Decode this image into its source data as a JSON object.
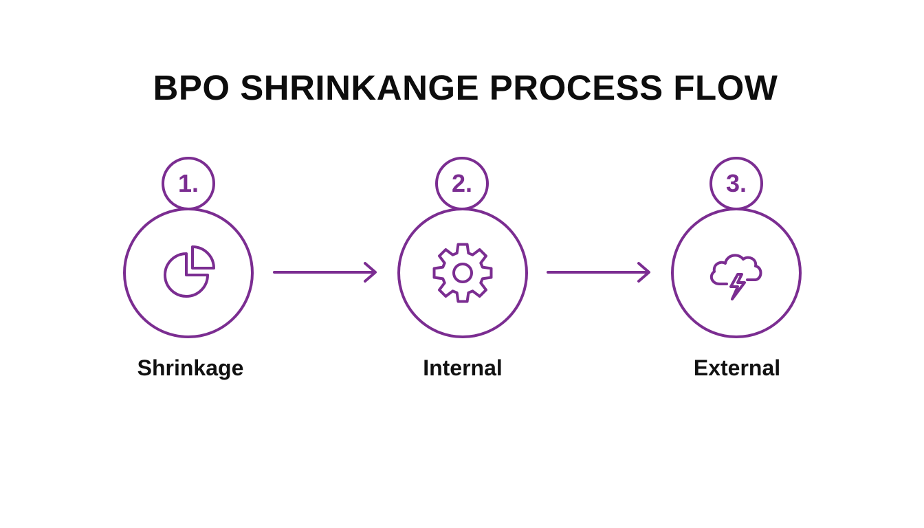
{
  "title": "BPO SHRINKANGE PROCESS FLOW",
  "accent_color": "#7b2d91",
  "steps": [
    {
      "number": "1.",
      "label": "Shrinkage",
      "icon": "pie-chart-icon"
    },
    {
      "number": "2.",
      "label": "Internal",
      "icon": "gear-icon"
    },
    {
      "number": "3.",
      "label": "External",
      "icon": "storm-cloud-icon"
    }
  ]
}
